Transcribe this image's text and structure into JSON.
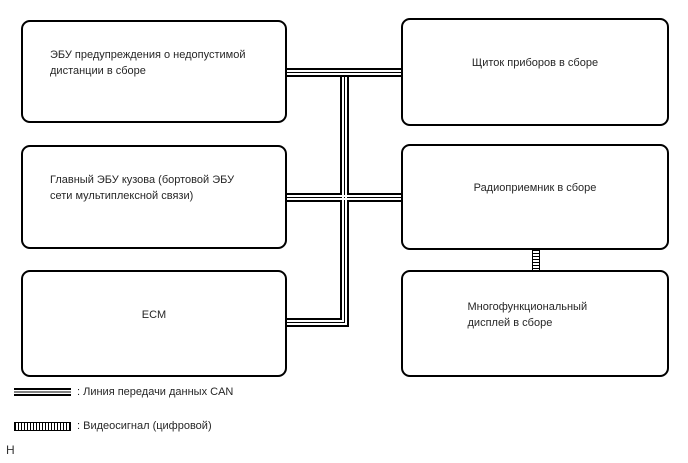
{
  "nodes": [
    {
      "id": "distance-warning-ecu",
      "label": "ЭБУ предупреждения о недопустимой дистанции в сборе"
    },
    {
      "id": "main-body-ecu",
      "label": "Главный ЭБУ кузова (бортовой ЭБУ сети мультиплексной связи)"
    },
    {
      "id": "ecm",
      "label": "ECM"
    },
    {
      "id": "instrument-cluster",
      "label": "Щиток приборов в сборе"
    },
    {
      "id": "radio-receiver",
      "label": "Радиоприемник в сборе"
    },
    {
      "id": "multifunction-display",
      "label": "Многофункциональный дисплей в сборе"
    }
  ],
  "connections": [
    {
      "from": "distance-warning-ecu",
      "to": "instrument-cluster",
      "type": "CAN"
    },
    {
      "from": "main-body-ecu",
      "to": "radio-receiver",
      "type": "CAN"
    },
    {
      "from": "ecm",
      "to": "can-bus-trunk",
      "type": "CAN"
    },
    {
      "from": "radio-receiver",
      "to": "multifunction-display",
      "type": "video-digital"
    }
  ],
  "legend": [
    {
      "symbol": "can-line-symbol",
      "label": ": Линия передачи данных CAN"
    },
    {
      "symbol": "video-line-symbol",
      "label": ": Видеосигнал (цифровой)"
    }
  ],
  "footnote": "Н",
  "colors": {
    "line": "#000000",
    "text": "#262626",
    "background": "#ffffff"
  }
}
